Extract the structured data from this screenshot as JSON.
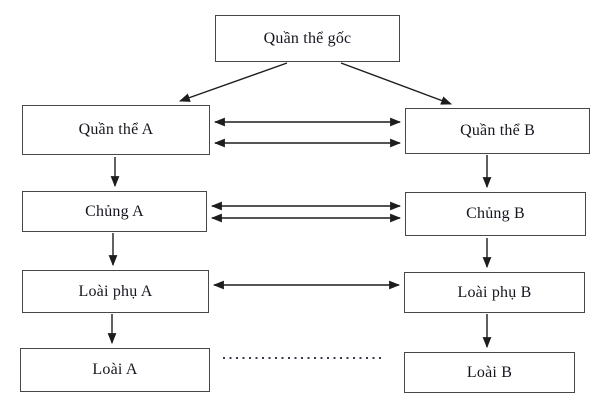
{
  "diagram": {
    "nodes": {
      "root": {
        "label": "Quần thể gốc"
      },
      "pop_a": {
        "label": "Quần thể A"
      },
      "pop_b": {
        "label": "Quần thể B"
      },
      "strain_a": {
        "label": "Chủng A"
      },
      "strain_b": {
        "label": "Chủng B"
      },
      "sub_a": {
        "label": "Loài phụ A"
      },
      "sub_b": {
        "label": "Loài phụ B"
      },
      "species_a": {
        "label": "Loài A"
      },
      "species_b": {
        "label": "Loài B"
      }
    },
    "edges": [
      {
        "from": "root",
        "to": "pop_a",
        "type": "arrow"
      },
      {
        "from": "root",
        "to": "pop_b",
        "type": "arrow"
      },
      {
        "from": "pop_a",
        "to": "pop_b",
        "type": "double-arrow-pair"
      },
      {
        "from": "pop_a",
        "to": "strain_a",
        "type": "arrow"
      },
      {
        "from": "pop_b",
        "to": "strain_b",
        "type": "arrow"
      },
      {
        "from": "strain_a",
        "to": "strain_b",
        "type": "double-arrow-pair"
      },
      {
        "from": "strain_a",
        "to": "sub_a",
        "type": "arrow"
      },
      {
        "from": "strain_b",
        "to": "sub_b",
        "type": "arrow"
      },
      {
        "from": "sub_a",
        "to": "sub_b",
        "type": "double-arrow"
      },
      {
        "from": "sub_a",
        "to": "species_a",
        "type": "arrow"
      },
      {
        "from": "sub_b",
        "to": "species_b",
        "type": "arrow"
      },
      {
        "from": "species_a",
        "to": "species_b",
        "type": "dotted-line"
      }
    ],
    "colors": {
      "background": "#ffffff",
      "box_border": "#474747",
      "text": "#15151f",
      "arrow": "#1d1d1d"
    }
  }
}
